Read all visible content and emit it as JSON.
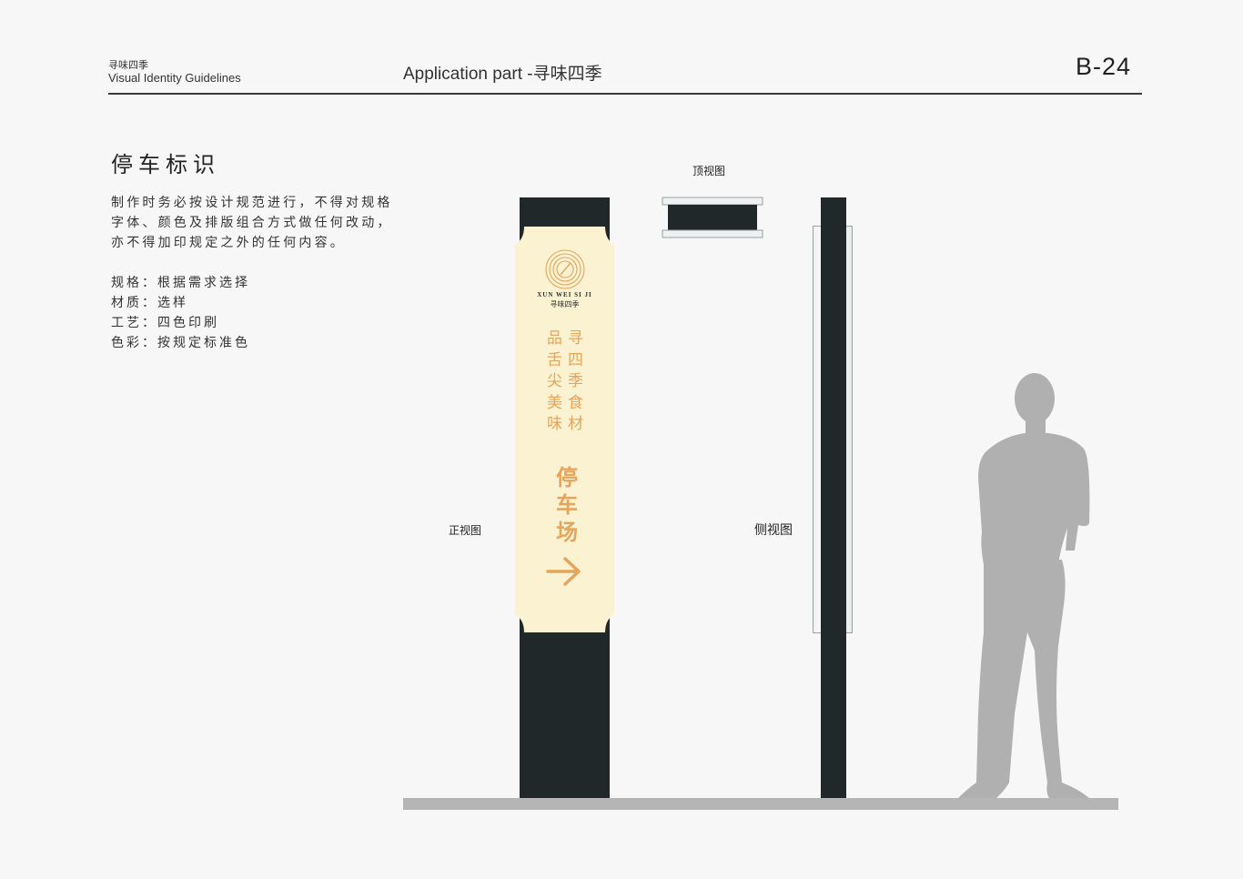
{
  "header": {
    "brand_cn": "寻味四季",
    "brand_en": "Visual Identity Guidelines",
    "title": "Application part -寻味四季",
    "page_number": "B-24"
  },
  "section": {
    "title": "停车标识",
    "description": [
      "制作时务必按设计规范进行，不得对规格",
      "字体、颜色及排版组合方式做任何改动，",
      "亦不得加印规定之外的任何内容。"
    ],
    "specs": [
      "规格：根据需求选择",
      "材质：选样",
      "工艺：四色印刷",
      "色彩：按规定标准色"
    ]
  },
  "views": {
    "top_label": "顶视图",
    "front_label": "正视图",
    "side_label": "侧视图"
  },
  "sign": {
    "logo_en": "XUN WEI SI JI",
    "logo_cn": "寻味四季",
    "slogan_right": "寻四季食材",
    "slogan_left": "品舌尖美味",
    "main_text": "停车场",
    "arrow_icon": "arrow-right-icon"
  },
  "colors": {
    "post": "#212829",
    "panel": "#fbf2d2",
    "accent": "#e4a55c",
    "ground": "#b5b5b5",
    "silhouette": "#b0b0b0"
  }
}
